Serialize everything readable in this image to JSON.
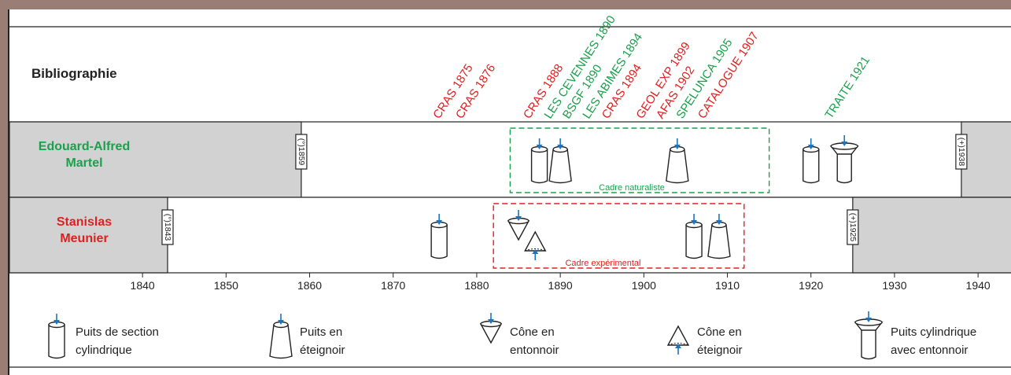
{
  "section_title": "Bibliographie",
  "colors": {
    "green": "#1aa14b",
    "red": "#e02020",
    "blue": "#1e73be",
    "grey": "#d2d2d2",
    "ink": "#222222"
  },
  "people": [
    {
      "name_line1": "Edouard-Alfred",
      "name_line2": "Martel",
      "color": "green",
      "birth_label": "(°)1859",
      "death_label": "(+)1938",
      "birth_year": 1859,
      "death_year": 1938,
      "frame": {
        "label": "Cadre naturaliste",
        "from_year": 1884,
        "to_year": 1915
      },
      "symbols": [
        {
          "type": "puits-cylindrique",
          "year": 1887.5
        },
        {
          "type": "puits-eteignoir",
          "year": 1890
        },
        {
          "type": "puits-eteignoir",
          "year": 1904
        },
        {
          "type": "puits-cylindrique",
          "year": 1920
        },
        {
          "type": "puits-avec-entonnoir",
          "year": 1924
        }
      ]
    },
    {
      "name_line1": "Stanislas",
      "name_line2": "Meunier",
      "color": "red",
      "birth_label": "(°)1843",
      "death_label": "(+)1925",
      "birth_year": 1843,
      "death_year": 1925,
      "frame": {
        "label": "Cadre expérimental",
        "from_year": 1882,
        "to_year": 1912
      },
      "symbols": [
        {
          "type": "puits-cylindrique",
          "year": 1875.5
        },
        {
          "type": "cone-entonnoir",
          "year": 1885
        },
        {
          "type": "cone-eteignoir",
          "year": 1887
        },
        {
          "type": "puits-cylindrique",
          "year": 1906
        },
        {
          "type": "puits-eteignoir",
          "year": 1909
        }
      ]
    }
  ],
  "bibliography": [
    {
      "text": "CRAS 1875",
      "year": 1875.5,
      "color": "red"
    },
    {
      "text": "CRAS 1876",
      "year": 1878.2,
      "color": "red"
    },
    {
      "text": "CRAS 1888",
      "year": 1886.3,
      "color": "red"
    },
    {
      "text": "LES CEVENNES 1890",
      "year": 1888.8,
      "color": "green"
    },
    {
      "text": "BSGF 1890",
      "year": 1891.0,
      "color": "green"
    },
    {
      "text": "LES ABIMES 1894",
      "year": 1893.4,
      "color": "green"
    },
    {
      "text": "CRAS 1894",
      "year": 1895.7,
      "color": "red"
    },
    {
      "text": "GEOL EXP 1899",
      "year": 1899.8,
      "color": "red"
    },
    {
      "text": "AFAS 1902",
      "year": 1902.2,
      "color": "red"
    },
    {
      "text": "SPELUNCA 1905",
      "year": 1904.6,
      "color": "green"
    },
    {
      "text": "CATALOGUE 1907",
      "year": 1907.2,
      "color": "red"
    },
    {
      "text": "TRAITE 1921",
      "year": 1922.4,
      "color": "green"
    }
  ],
  "axis": {
    "ticks": [
      1840,
      1850,
      1860,
      1870,
      1880,
      1890,
      1900,
      1910,
      1920,
      1930,
      1940
    ]
  },
  "legend": [
    {
      "type": "puits-cylindrique",
      "line1": "Puits de section",
      "line2": "cylindrique"
    },
    {
      "type": "puits-eteignoir",
      "line1": "Puits en",
      "line2": "éteignoir"
    },
    {
      "type": "cone-entonnoir",
      "line1": "Cône en",
      "line2": "entonnoir"
    },
    {
      "type": "cone-eteignoir",
      "line1": "Cône en",
      "line2": "éteignoir"
    },
    {
      "type": "puits-avec-entonnoir",
      "line1": "Puits cylindrique",
      "line2": "avec entonnoir"
    }
  ]
}
